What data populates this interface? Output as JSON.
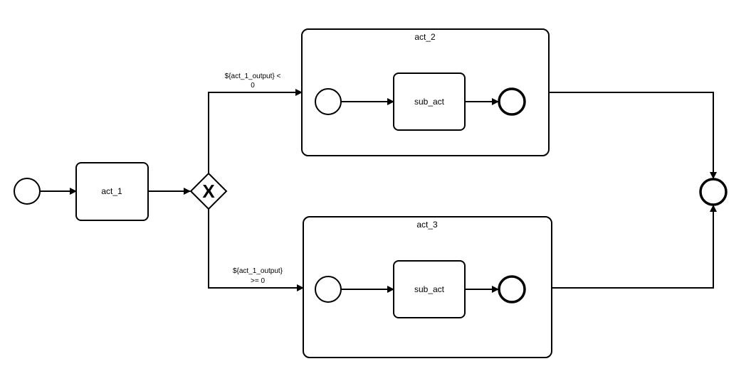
{
  "diagram": {
    "type": "bpmn-process",
    "colors": {
      "stroke": "#000000",
      "fill": "#ffffff",
      "text": "#000000"
    },
    "start_event": {
      "label": ""
    },
    "task_1": {
      "label": "act_1"
    },
    "gateway": {
      "type": "exclusive",
      "marker": "X"
    },
    "subprocess_top": {
      "label": "act_2",
      "inner_task": {
        "label": "sub_act"
      }
    },
    "subprocess_bottom": {
      "label": "act_3",
      "inner_task": {
        "label": "sub_act"
      }
    },
    "conditions": {
      "top": {
        "line1": "${act_1_output} <",
        "line2": "0"
      },
      "bottom": {
        "line1": "${act_1_output}",
        "line2": ">= 0"
      }
    },
    "end_event": {
      "label": ""
    }
  }
}
